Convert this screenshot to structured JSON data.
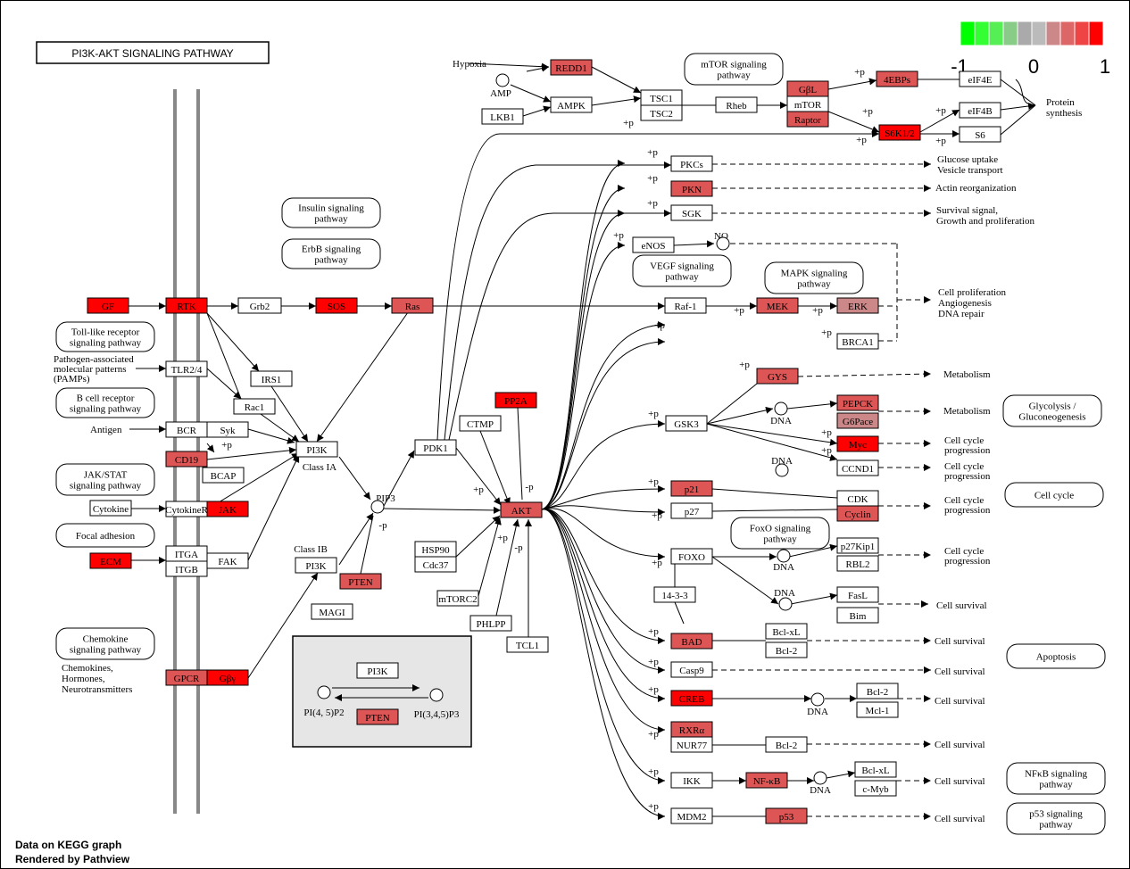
{
  "title": "PI3K-AKT SIGNALING PATHWAY",
  "footer": {
    "line1": "Data on KEGG graph",
    "line2": "Rendered by Pathview"
  },
  "legend": {
    "min": "-1",
    "mid": "0",
    "max": "1",
    "colors": [
      "#00ff00",
      "#33ff33",
      "#55ee55",
      "#88cc88",
      "#aaaaaa",
      "#bbbbbb",
      "#cc8888",
      "#dd6666",
      "#ee4444",
      "#ff0000"
    ]
  },
  "nodes": [
    {
      "id": "gf",
      "label": "GF",
      "color": "#ff0000"
    },
    {
      "id": "rtk",
      "label": "RTK",
      "color": "#ff0000"
    },
    {
      "id": "grb2",
      "label": "Grb2",
      "color": "#ffffff"
    },
    {
      "id": "sos",
      "label": "SOS",
      "color": "#ff0000"
    },
    {
      "id": "ras",
      "label": "Ras",
      "color": "#dd5555"
    },
    {
      "id": "tlr",
      "label": "TLR2/4",
      "color": "#ffffff"
    },
    {
      "id": "irs1",
      "label": "IRS1",
      "color": "#ffffff"
    },
    {
      "id": "rac1",
      "label": "Rac1",
      "color": "#ffffff"
    },
    {
      "id": "bcr",
      "label": "BCR",
      "color": "#ffffff"
    },
    {
      "id": "syk",
      "label": "Syk",
      "color": "#ffffff"
    },
    {
      "id": "cd19",
      "label": "CD19",
      "color": "#dd5555"
    },
    {
      "id": "bcap",
      "label": "BCAP",
      "color": "#ffffff"
    },
    {
      "id": "cytokine",
      "label": "Cytokine",
      "color": "#ffffff"
    },
    {
      "id": "cytokiner",
      "label": "CytokineR",
      "color": "#ffffff"
    },
    {
      "id": "jak",
      "label": "JAK",
      "color": "#ff0000"
    },
    {
      "id": "ecm",
      "label": "ECM",
      "color": "#ff0000"
    },
    {
      "id": "itga",
      "label": "ITGA",
      "color": "#ffffff"
    },
    {
      "id": "itgb",
      "label": "ITGB",
      "color": "#ffffff"
    },
    {
      "id": "fak",
      "label": "FAK",
      "color": "#ffffff"
    },
    {
      "id": "gpcr",
      "label": "GPCR",
      "color": "#dd5555"
    },
    {
      "id": "gby",
      "label": "Gβγ",
      "color": "#ff0000"
    },
    {
      "id": "pi3k",
      "label": "PI3K",
      "color": "#ffffff"
    },
    {
      "id": "pi3kb",
      "label": "PI3K",
      "color": "#ffffff"
    },
    {
      "id": "pten",
      "label": "PTEN",
      "color": "#dd5555"
    },
    {
      "id": "magi",
      "label": "MAGI",
      "color": "#ffffff"
    },
    {
      "id": "pdk1",
      "label": "PDK1",
      "color": "#ffffff"
    },
    {
      "id": "ctmp",
      "label": "CTMP",
      "color": "#ffffff"
    },
    {
      "id": "pp2a",
      "label": "PP2A",
      "color": "#ff0000"
    },
    {
      "id": "akt",
      "label": "AKT",
      "color": "#dd5555"
    },
    {
      "id": "hsp90",
      "label": "HSP90",
      "color": "#ffffff"
    },
    {
      "id": "cdc37",
      "label": "Cdc37",
      "color": "#ffffff"
    },
    {
      "id": "mtorc2",
      "label": "mTORC2",
      "color": "#ffffff"
    },
    {
      "id": "phlpp",
      "label": "PHLPP",
      "color": "#ffffff"
    },
    {
      "id": "tcl1",
      "label": "TCL1",
      "color": "#ffffff"
    },
    {
      "id": "redd1",
      "label": "REDD1",
      "color": "#dd5555"
    },
    {
      "id": "ampk",
      "label": "AMPK",
      "color": "#ffffff"
    },
    {
      "id": "lkb1",
      "label": "LKB1",
      "color": "#ffffff"
    },
    {
      "id": "tsc1",
      "label": "TSC1",
      "color": "#ffffff"
    },
    {
      "id": "tsc2",
      "label": "TSC2",
      "color": "#ffffff"
    },
    {
      "id": "rheb",
      "label": "Rheb",
      "color": "#ffffff"
    },
    {
      "id": "gbl",
      "label": "GβL",
      "color": "#dd5555"
    },
    {
      "id": "mtor",
      "label": "mTOR",
      "color": "#ffffff"
    },
    {
      "id": "raptor",
      "label": "Raptor",
      "color": "#dd5555"
    },
    {
      "id": "4ebps",
      "label": "4EBPs",
      "color": "#dd5555"
    },
    {
      "id": "eif4e",
      "label": "eIF4E",
      "color": "#ffffff"
    },
    {
      "id": "eif4b",
      "label": "eIF4B",
      "color": "#ffffff"
    },
    {
      "id": "s6k",
      "label": "S6K1/2",
      "color": "#ff0000"
    },
    {
      "id": "s6",
      "label": "S6",
      "color": "#ffffff"
    },
    {
      "id": "pkcs",
      "label": "PKCs",
      "color": "#ffffff"
    },
    {
      "id": "pkn",
      "label": "PKN",
      "color": "#dd5555"
    },
    {
      "id": "sgk",
      "label": "SGK",
      "color": "#ffffff"
    },
    {
      "id": "enos",
      "label": "eNOS",
      "color": "#ffffff"
    },
    {
      "id": "raf1",
      "label": "Raf-1",
      "color": "#ffffff"
    },
    {
      "id": "mek",
      "label": "MEK",
      "color": "#dd5555"
    },
    {
      "id": "erk",
      "label": "ERK",
      "color": "#cc8888"
    },
    {
      "id": "brca1",
      "label": "BRCA1",
      "color": "#ffffff"
    },
    {
      "id": "gys",
      "label": "GYS",
      "color": "#dd5555"
    },
    {
      "id": "gsk3",
      "label": "GSK3",
      "color": "#ffffff"
    },
    {
      "id": "pepck",
      "label": "PEPCK",
      "color": "#dd5555"
    },
    {
      "id": "g6pace",
      "label": "G6Pace",
      "color": "#cc8888"
    },
    {
      "id": "myc",
      "label": "Myc",
      "color": "#ff0000"
    },
    {
      "id": "ccnd1",
      "label": "CCND1",
      "color": "#ffffff"
    },
    {
      "id": "p21",
      "label": "p21",
      "color": "#dd5555"
    },
    {
      "id": "p27",
      "label": "p27",
      "color": "#ffffff"
    },
    {
      "id": "cdk",
      "label": "CDK",
      "color": "#ffffff"
    },
    {
      "id": "cyclin",
      "label": "Cyclin",
      "color": "#dd5555"
    },
    {
      "id": "foxo",
      "label": "FOXO",
      "color": "#ffffff"
    },
    {
      "id": "p27kip1",
      "label": "p27Kip1",
      "color": "#ffffff"
    },
    {
      "id": "rbl2",
      "label": "RBL2",
      "color": "#ffffff"
    },
    {
      "id": "1433",
      "label": "14-3-3",
      "color": "#ffffff"
    },
    {
      "id": "fasl",
      "label": "FasL",
      "color": "#ffffff"
    },
    {
      "id": "bim",
      "label": "Bim",
      "color": "#ffffff"
    },
    {
      "id": "bad",
      "label": "BAD",
      "color": "#dd5555"
    },
    {
      "id": "bclxl",
      "label": "Bcl-xL",
      "color": "#ffffff"
    },
    {
      "id": "bcl2a",
      "label": "Bcl-2",
      "color": "#ffffff"
    },
    {
      "id": "casp9",
      "label": "Casp9",
      "color": "#ffffff"
    },
    {
      "id": "creb",
      "label": "CREB",
      "color": "#ff0000"
    },
    {
      "id": "bcl2b",
      "label": "Bcl-2",
      "color": "#ffffff"
    },
    {
      "id": "mcl1",
      "label": "Mcl-1",
      "color": "#ffffff"
    },
    {
      "id": "rxra",
      "label": "RXRα",
      "color": "#dd5555"
    },
    {
      "id": "nur77",
      "label": "NUR77",
      "color": "#ffffff"
    },
    {
      "id": "bcl2c",
      "label": "Bcl-2",
      "color": "#ffffff"
    },
    {
      "id": "ikk",
      "label": "IKK",
      "color": "#ffffff"
    },
    {
      "id": "nfkb",
      "label": "NF-κB",
      "color": "#dd5555"
    },
    {
      "id": "bclxl2",
      "label": "Bcl-xL",
      "color": "#ffffff"
    },
    {
      "id": "cmyb",
      "label": "c-Myb",
      "color": "#ffffff"
    },
    {
      "id": "mdm2",
      "label": "MDM2",
      "color": "#ffffff"
    },
    {
      "id": "p53",
      "label": "p53",
      "color": "#dd5555"
    },
    {
      "id": "inset_pi3k",
      "label": "PI3K",
      "color": "#ffffff"
    },
    {
      "id": "inset_pten",
      "label": "PTEN",
      "color": "#dd5555"
    }
  ],
  "pathways": [
    {
      "id": "insulin",
      "label": "Insulin signaling pathway"
    },
    {
      "id": "erbb",
      "label": "ErbB signaling pathway"
    },
    {
      "id": "tlrpw",
      "label": "Toll-like receptor signaling pathway"
    },
    {
      "id": "bcellpw",
      "label": "B cell receptor signaling pathway"
    },
    {
      "id": "jakstat",
      "label": "JAK/STAT signaling pathway"
    },
    {
      "id": "focal",
      "label": "Focal adhesion"
    },
    {
      "id": "chemokine",
      "label": "Chemokine signaling pathway"
    },
    {
      "id": "mtorpw",
      "label": "mTOR signaling pathway"
    },
    {
      "id": "vegf",
      "label": "VEGF signaling pathway"
    },
    {
      "id": "mapk",
      "label": "MAPK signaling pathway"
    },
    {
      "id": "glyco",
      "label": "Glycolysis / Gluconeogenesis"
    },
    {
      "id": "cellcycle",
      "label": "Cell cycle"
    },
    {
      "id": "foxopw",
      "label": "FoxO signaling pathway"
    },
    {
      "id": "apoptosis",
      "label": "Apoptosis"
    },
    {
      "id": "nfkbpw",
      "label": "NFκB signaling pathway"
    },
    {
      "id": "p53pw",
      "label": "p53 signaling pathway"
    }
  ],
  "texts": {
    "hypoxia": "Hypoxia",
    "amp": "AMP",
    "no": "NO",
    "pip3": "PIP3",
    "classIA": "Class IA",
    "classIB": "Class IB",
    "pamps1": "Pathogen-associated",
    "pamps2": "molecular patterns",
    "pamps3": "(PAMPs)",
    "antigen": "Antigen",
    "chemo1": "Chemokines,",
    "chemo2": "Hormones,",
    "chemo3": "Neurotransmitters",
    "pi45": "PI(4, 5)P2",
    "pi345": "PI(3,4,5)P3",
    "dna": "DNA",
    "protsyn1": "Protein",
    "protsyn2": "synthesis",
    "glucose1": "Glucose uptake",
    "glucose2": "Vesicle transport",
    "actin": "Actin reorganization",
    "surv1": "Survival signal,",
    "surv2": "Growth and proliferation",
    "prolif1": "Cell proliferation",
    "prolif2": "Angiogenesis",
    "prolif3": "DNA repair",
    "metab": "Metabolism",
    "ccprog1": "Cell cycle",
    "ccprog2": "progression",
    "cellsurv": "Cell survival",
    "plusp": "+p",
    "minusp": "-p"
  }
}
